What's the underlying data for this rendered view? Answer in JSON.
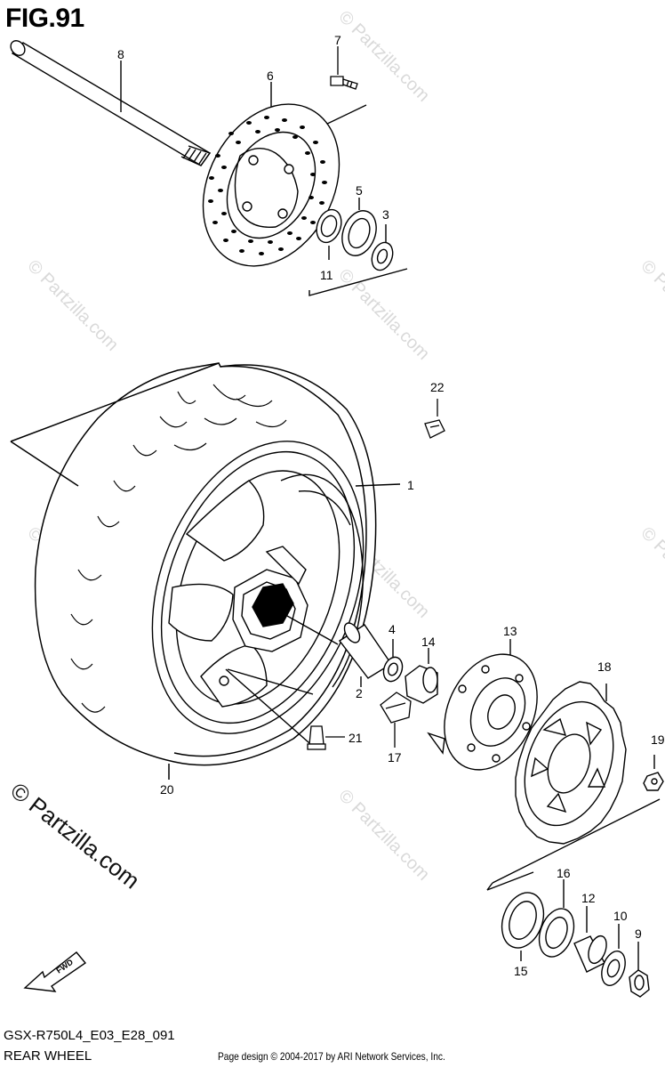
{
  "figure": {
    "title": "FIG.91",
    "model_code": "GSX-R750L4_E03_E28_091",
    "section_name": "REAR WHEEL",
    "credit": "Page design © 2004-2017 by ARI Network Services, Inc.",
    "watermark_large": "© Partzilla.com",
    "watermark_small": "© Partzilla.com"
  },
  "callouts": {
    "n1": "1",
    "n2": "2",
    "n3": "3",
    "n4": "4",
    "n5": "5",
    "n6": "6",
    "n7": "7",
    "n8": "8",
    "n9": "9",
    "n10": "10",
    "n11": "11",
    "n12": "12",
    "n13": "13",
    "n14": "14",
    "n15": "15",
    "n16": "16",
    "n17": "17",
    "n18": "18",
    "n19": "19",
    "n20": "20",
    "n21": "21",
    "n22": "22"
  },
  "icons": {
    "fwd_arrow": "fwd-arrow-icon"
  },
  "fwd_label": "FWD"
}
